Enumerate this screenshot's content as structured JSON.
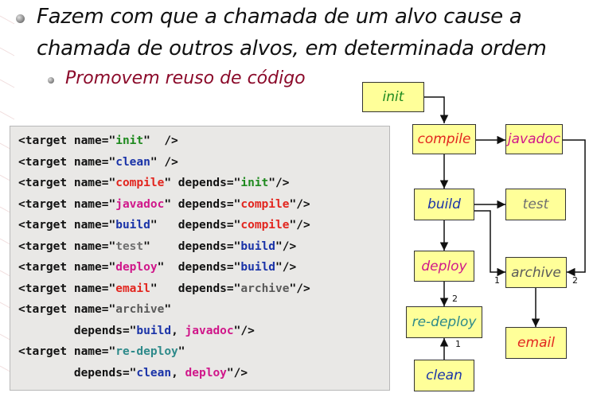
{
  "heading": {
    "line1": "Fazem com que a chamada de um alvo cause a",
    "line2": "chamada de outros alvos, em determinada ordem",
    "sub": "Promovem reuso de código"
  },
  "code": {
    "lines": [
      [
        {
          "t": "<target name=\""
        },
        {
          "t": "init",
          "c": "green"
        },
        {
          "t": "\"  />"
        }
      ],
      [
        {
          "t": "<target name=\""
        },
        {
          "t": "clean",
          "c": "blue"
        },
        {
          "t": "\" />"
        }
      ],
      [
        {
          "t": "<target name=\""
        },
        {
          "t": "compile",
          "c": "red"
        },
        {
          "t": "\" depends=\""
        },
        {
          "t": "init",
          "c": "green"
        },
        {
          "t": "\"/>"
        }
      ],
      [
        {
          "t": "<target name=\""
        },
        {
          "t": "javadoc",
          "c": "magenta"
        },
        {
          "t": "\" depends=\""
        },
        {
          "t": "compile",
          "c": "red"
        },
        {
          "t": "\"/>"
        }
      ],
      [
        {
          "t": "<target name=\""
        },
        {
          "t": "build",
          "c": "blue"
        },
        {
          "t": "\"   depends=\""
        },
        {
          "t": "compile",
          "c": "red"
        },
        {
          "t": "\"/>"
        }
      ],
      [
        {
          "t": "<target name=\""
        },
        {
          "t": "test",
          "c": "gray"
        },
        {
          "t": "\"    depends=\""
        },
        {
          "t": "build",
          "c": "blue"
        },
        {
          "t": "\"/>"
        }
      ],
      [
        {
          "t": "<target name=\""
        },
        {
          "t": "deploy",
          "c": "magenta"
        },
        {
          "t": "\"  depends=\""
        },
        {
          "t": "build",
          "c": "blue"
        },
        {
          "t": "\"/>"
        }
      ],
      [
        {
          "t": "<target name=\""
        },
        {
          "t": "email",
          "c": "red"
        },
        {
          "t": "\"   depends=\""
        },
        {
          "t": "archive",
          "c": "dgray"
        },
        {
          "t": "\"/>"
        }
      ],
      [
        {
          "t": "<target name=\""
        },
        {
          "t": "archive",
          "c": "dgray"
        },
        {
          "t": "\""
        }
      ],
      [
        {
          "t": "        depends=\""
        },
        {
          "t": "build",
          "c": "blue"
        },
        {
          "t": ", "
        },
        {
          "t": "javadoc",
          "c": "magenta"
        },
        {
          "t": "\"/>"
        }
      ],
      [
        {
          "t": "<target name=\""
        },
        {
          "t": "re-deploy",
          "c": "teal"
        },
        {
          "t": "\""
        }
      ],
      [
        {
          "t": "        depends=\""
        },
        {
          "t": "clean",
          "c": "blue"
        },
        {
          "t": ", "
        },
        {
          "t": "deploy",
          "c": "magenta"
        },
        {
          "t": "\"/>"
        }
      ]
    ]
  },
  "diagram": {
    "nodes": {
      "init": "init",
      "compile": "compile",
      "javadoc": "javadoc",
      "build": "build",
      "test": "test",
      "deploy": "deploy",
      "archive": "archive",
      "redeploy": "re-deploy",
      "email": "email",
      "clean": "clean"
    },
    "labels": {
      "redeploy_top": "2",
      "redeploy_bottom": "1",
      "archive_left": "1",
      "archive_right": "2"
    }
  },
  "colors": {
    "green": "#1f8a1f",
    "blue": "#1a33a8",
    "red": "#e2261f",
    "magenta": "#d0178a",
    "gray": "#6f6f6f",
    "teal": "#2e8a8a",
    "node_fill": "#ffff99"
  }
}
